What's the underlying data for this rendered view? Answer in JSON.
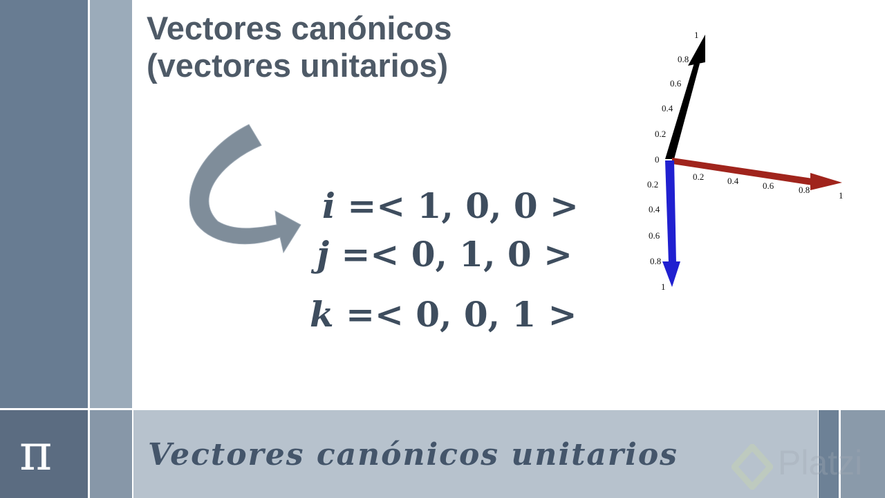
{
  "slide": {
    "title_line1": "Vectores canónicos",
    "title_line2": "(vectores unitarios)",
    "equations": [
      {
        "var": "i",
        "rest": " =< 1, 0, 0 >"
      },
      {
        "var": "j",
        "rest": " =< 0, 1, 0 >"
      },
      {
        "var": "k",
        "rest": " =< 0, 0, 1 >"
      }
    ],
    "footer_text": "Vectores canónicos unitarios",
    "pi_symbol": "π",
    "watermark": "Platzi"
  },
  "plot": {
    "tick_labels": [
      "0",
      "0.2",
      "0.4",
      "0.6",
      "0.8",
      "1"
    ],
    "arrows": [
      {
        "axis": "x",
        "color": "#a0241c"
      },
      {
        "axis": "y",
        "color": "#000000"
      },
      {
        "axis": "z",
        "color": "#2020d0"
      }
    ]
  },
  "colors": {
    "sidebar_dark": "#687c92",
    "sidebar_light": "#9babba",
    "footer_band": "#b7c2cd",
    "text": "#4e5a67"
  }
}
